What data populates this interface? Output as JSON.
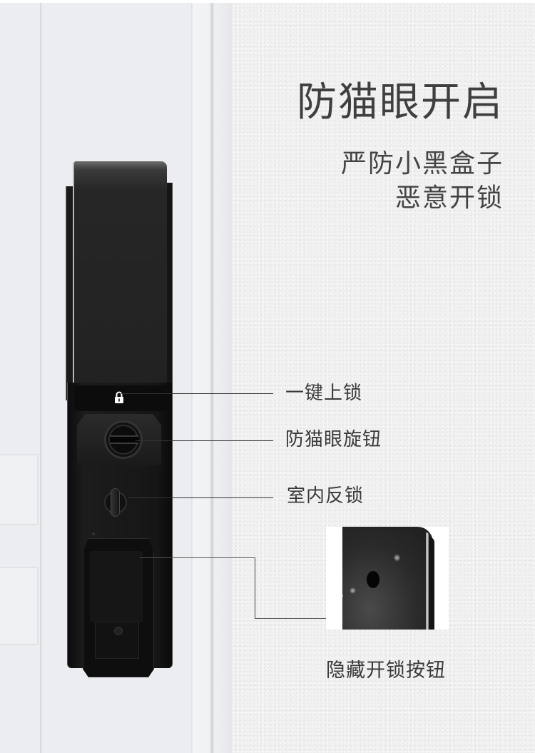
{
  "headline": {
    "title": "防猫眼开启",
    "subtitle_lines": [
      "严防小黑盒子",
      "恶意开锁"
    ]
  },
  "callouts": [
    {
      "label": "一键上锁",
      "target": "lock-button"
    },
    {
      "label": "防猫眼旋钮",
      "target": "anti-peephole-knob"
    },
    {
      "label": "室内反锁",
      "target": "indoor-deadlock-thumbturn"
    },
    {
      "label": "隐藏开锁按钮",
      "target": "hidden-unlock-button"
    }
  ],
  "icons": {
    "lock_icon": "padlock-icon"
  },
  "colors": {
    "text": "#3f3f3f",
    "lock_body": "#1a1a1a",
    "wall": "#f1f1f1",
    "door": "#ecedf0",
    "leader_line": "#333333"
  }
}
